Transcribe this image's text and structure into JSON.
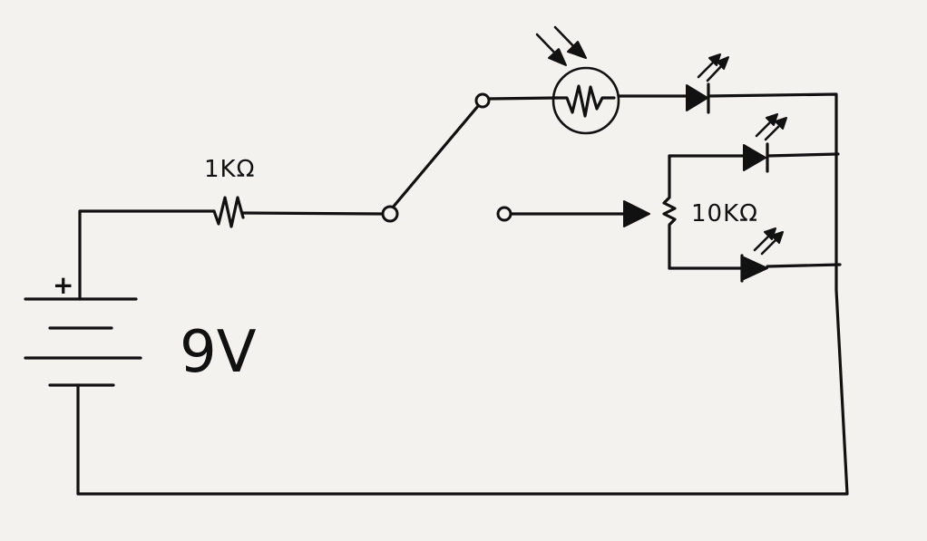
{
  "diagram": {
    "labels": {
      "resistor_1k": "1KΩ",
      "potentiometer": "10KΩ",
      "battery_voltage": "9V",
      "battery_polarity": "+"
    },
    "components": [
      {
        "name": "battery",
        "kind": "battery"
      },
      {
        "name": "resistor-1k",
        "kind": "resistor"
      },
      {
        "name": "switch",
        "kind": "spdt-switch"
      },
      {
        "name": "ldr",
        "kind": "light-dependent-resistor"
      },
      {
        "name": "led-1",
        "kind": "led"
      },
      {
        "name": "led-2",
        "kind": "led"
      },
      {
        "name": "led-3",
        "kind": "led"
      },
      {
        "name": "potentiometer-10k",
        "kind": "potentiometer"
      }
    ],
    "colors": {
      "ink": "#111111",
      "paper": "#f4f2ee"
    }
  }
}
